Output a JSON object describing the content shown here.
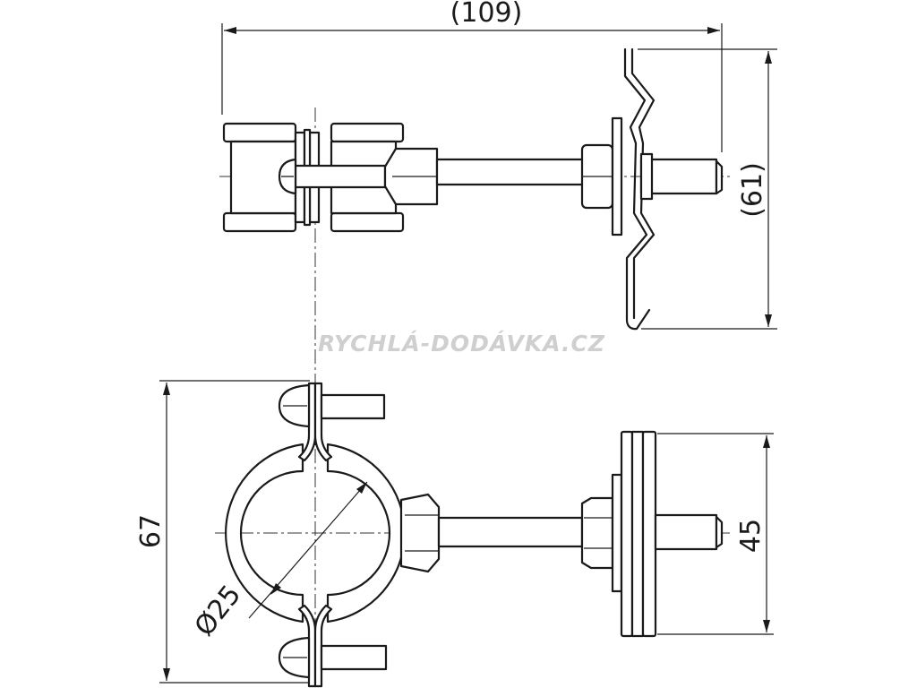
{
  "dimensions": {
    "overall_length": "(109)",
    "bracket_height": "(61)",
    "clamp_height": "67",
    "plate_height": "45",
    "pipe_diameter": "Ø25"
  },
  "watermark": "RYCHLÁ-DODÁVKA.CZ"
}
